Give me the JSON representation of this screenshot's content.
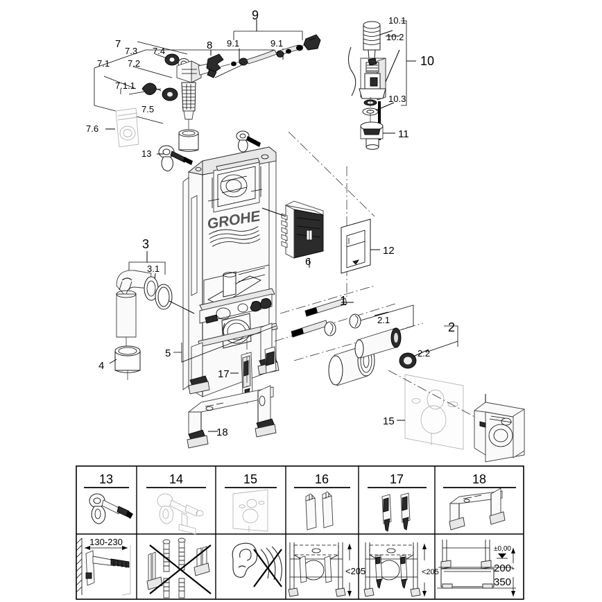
{
  "document": {
    "type": "exploded-parts-diagram",
    "brand": "GROHE",
    "background": "#ffffff",
    "line_color": "#000000"
  },
  "callouts": {
    "c1": "1",
    "c2": "2",
    "c2_1": "2.1",
    "c2_2": "2.2",
    "c3": "3",
    "c3_1": "3.1",
    "c4": "4",
    "c5": "5",
    "c6": "6",
    "c7": "7",
    "c7_1": "7.1",
    "c7_1_1": "7.1.1",
    "c7_2": "7.2",
    "c7_3": "7.3",
    "c7_4": "7.4",
    "c7_5": "7.5",
    "c7_6": "7.6",
    "c8": "8",
    "c9": "9",
    "c9_1a": "9.1",
    "c9_1b": "9.1",
    "c10": "10",
    "c10_1": "10.1",
    "c10_2": "10.2",
    "c10_3": "10.3",
    "c11": "11",
    "c12": "12",
    "c13": "13",
    "c15": "15",
    "c17": "17",
    "c18": "18"
  },
  "table": {
    "headers": [
      "13",
      "14",
      "15",
      "16",
      "17",
      "18"
    ],
    "notes": {
      "cell13_dimension": "130-230",
      "cell16_dimension": "<205",
      "cell17_dimension": "<205",
      "cell18_datum": "±0,00",
      "cell18_range_top": "200-",
      "cell18_range_bottom": "350"
    }
  }
}
